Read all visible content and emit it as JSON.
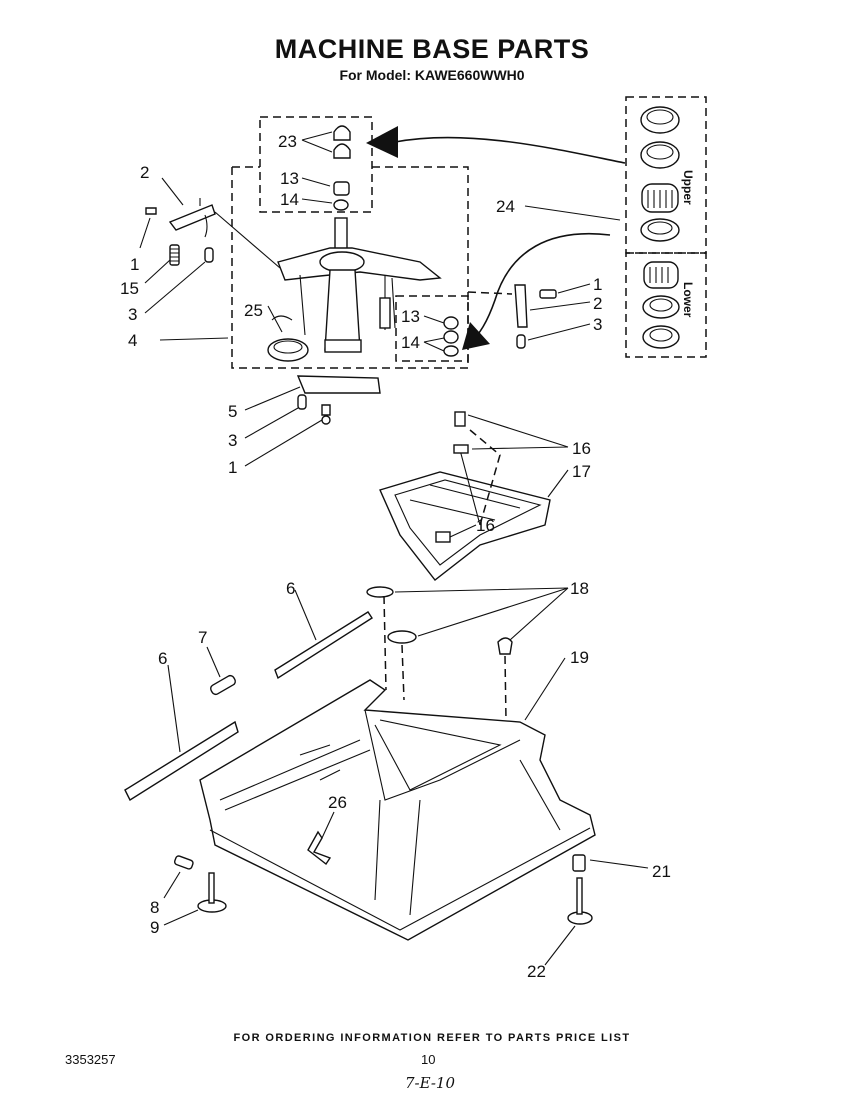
{
  "header": {
    "title": "MACHINE BASE PARTS",
    "model_line": "For Model: KAWE660WWH0"
  },
  "callouts": {
    "c1a": "1",
    "c1b": "1",
    "c1c": "1",
    "c2a": "2",
    "c2b": "2",
    "c3a": "3",
    "c3b": "3",
    "c3c": "3",
    "c4": "4",
    "c5": "5",
    "c6a": "6",
    "c6b": "6",
    "c7": "7",
    "c8": "8",
    "c9": "9",
    "c13a": "13",
    "c13b": "13",
    "c14a": "14",
    "c14b": "14",
    "c15": "15",
    "c16a": "16",
    "c16b": "16",
    "c17": "17",
    "c18": "18",
    "c19": "19",
    "c21": "21",
    "c22": "22",
    "c23": "23",
    "c24": "24",
    "c25": "25",
    "c26": "26"
  },
  "bearing_panels": {
    "upper_label": "Upper",
    "lower_label": "Lower"
  },
  "footer": {
    "ordering_note": "FOR ORDERING INFORMATION REFER TO PARTS PRICE LIST",
    "doc_number": "3353257",
    "page_number": "10",
    "handwritten_note": "7-E-10"
  }
}
